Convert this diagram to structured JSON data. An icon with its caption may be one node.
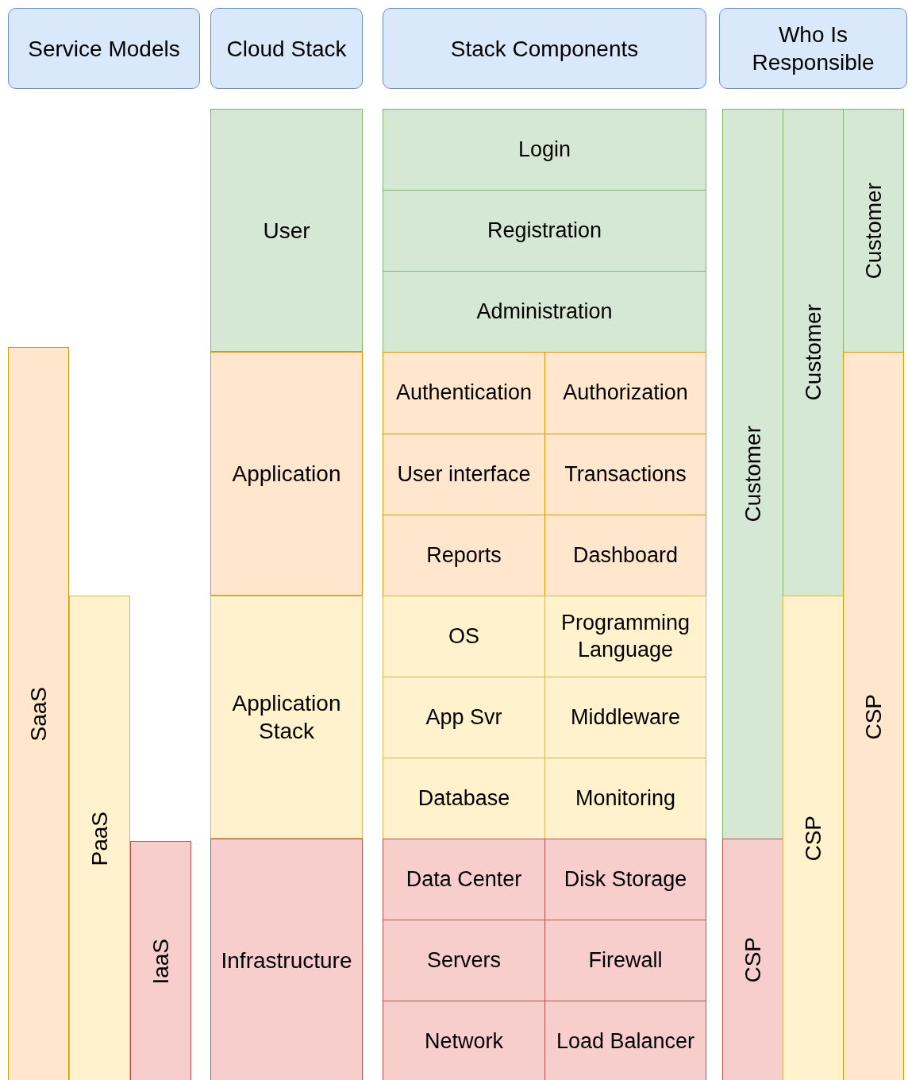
{
  "diagram": {
    "nodes": [
      {
        "text": [
          "Service Models"
        ]
      },
      {
        "text": [
          "Cloud Stack"
        ]
      },
      {
        "text": [
          "Stack Components"
        ]
      },
      {
        "text": [
          "Who Is Responsible"
        ]
      },
      {
        "text": [
          "SaaS"
        ]
      },
      {
        "text": [
          "PaaS"
        ]
      },
      {
        "text": [
          "IaaS"
        ]
      },
      {
        "text": [
          "User"
        ]
      },
      {
        "text": [
          "Application"
        ]
      },
      {
        "text": [
          "Application Stack"
        ]
      },
      {
        "text": [
          "Infrastructure"
        ]
      },
      {
        "text": [
          "Login"
        ]
      },
      {
        "text": [
          "Registration"
        ]
      },
      {
        "text": [
          "Administration"
        ]
      },
      {
        "text": [
          "Authentication"
        ]
      },
      {
        "text": [
          "Authorization"
        ]
      },
      {
        "text": [
          "User interface"
        ]
      },
      {
        "text": [
          "Transactions"
        ]
      },
      {
        "text": [
          "Reports"
        ]
      },
      {
        "text": [
          "Dashboard"
        ]
      },
      {
        "text": [
          "OS"
        ]
      },
      {
        "text": [
          "Programming Language"
        ]
      },
      {
        "text": [
          "App Svr"
        ]
      },
      {
        "text": [
          "Middleware"
        ]
      },
      {
        "text": [
          "Database"
        ]
      },
      {
        "text": [
          "Monitoring"
        ]
      },
      {
        "text": [
          "Data Center"
        ]
      },
      {
        "text": [
          "Disk Storage"
        ]
      },
      {
        "text": [
          "Servers"
        ]
      },
      {
        "text": [
          "Firewall"
        ]
      },
      {
        "text": [
          "Network"
        ]
      },
      {
        "text": [
          "Load Balancer"
        ]
      },
      {
        "text": [
          "Customer"
        ]
      },
      {
        "text": [
          "CSP"
        ]
      },
      {
        "text": [
          "Customer"
        ]
      },
      {
        "text": [
          "CSP"
        ]
      },
      {
        "text": [
          "Customer"
        ]
      },
      {
        "text": [
          "CSP"
        ]
      }
    ]
  }
}
